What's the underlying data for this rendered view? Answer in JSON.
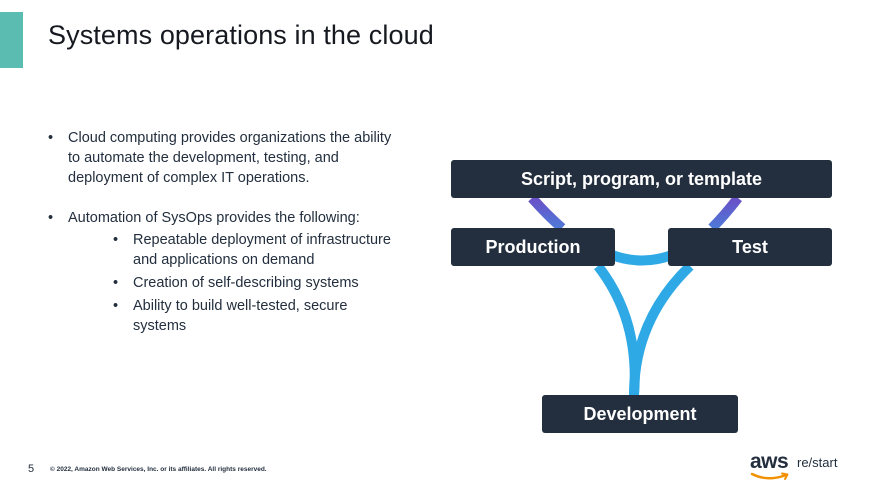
{
  "slide": {
    "title": "Systems operations in the cloud",
    "page_number": "5",
    "copyright": "© 2022, Amazon Web Services, Inc. or its affiliates. All rights reserved."
  },
  "bullets": [
    {
      "text": "Cloud computing provides organizations the ability to automate the development, testing, and deployment of complex IT operations.",
      "sub": []
    },
    {
      "text": "Automation of SysOps provides the following:",
      "sub": [
        "Repeatable deployment of infrastructure and applications on demand",
        "Creation of self-describing systems",
        "Ability to build well-tested, secure systems"
      ]
    }
  ],
  "diagram": {
    "top": "Script, program, or template",
    "left": "Production",
    "right": "Test",
    "bottom": "Development",
    "colors": {
      "box": "#232f3e",
      "gradient_top": "#6a4fc6",
      "gradient_bottom": "#2ea9e6"
    }
  },
  "logo": {
    "aws": "aws",
    "suffix": "re/start"
  },
  "colors": {
    "accent": "#5bbdb2",
    "dark": "#232f3e"
  }
}
